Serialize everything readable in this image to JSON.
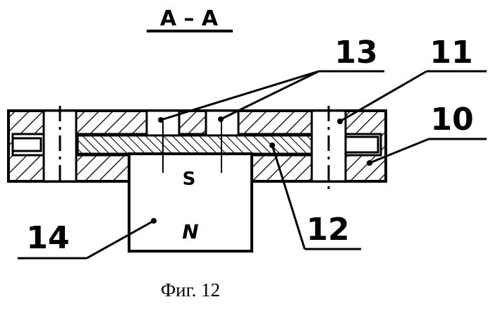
{
  "section_label": "А – А",
  "callouts": {
    "c13": "13",
    "c11": "11",
    "c10": "10",
    "c14": "14",
    "c12": "12"
  },
  "pole_top": "S",
  "pole_bottom": "N",
  "caption": "Фиг. 12"
}
